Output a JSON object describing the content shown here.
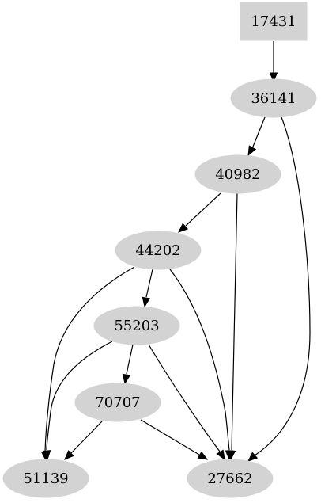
{
  "graph": {
    "nodes": [
      {
        "id": "17431",
        "label": "17431",
        "shape": "box"
      },
      {
        "id": "36141",
        "label": "36141",
        "shape": "ellipse"
      },
      {
        "id": "40982",
        "label": "40982",
        "shape": "ellipse"
      },
      {
        "id": "44202",
        "label": "44202",
        "shape": "ellipse"
      },
      {
        "id": "55203",
        "label": "55203",
        "shape": "ellipse"
      },
      {
        "id": "70707",
        "label": "70707",
        "shape": "ellipse"
      },
      {
        "id": "51139",
        "label": "51139",
        "shape": "ellipse"
      },
      {
        "id": "27662",
        "label": "27662",
        "shape": "ellipse"
      }
    ],
    "edges": [
      {
        "from": "17431",
        "to": "36141"
      },
      {
        "from": "36141",
        "to": "40982"
      },
      {
        "from": "36141",
        "to": "27662"
      },
      {
        "from": "40982",
        "to": "44202"
      },
      {
        "from": "40982",
        "to": "27662"
      },
      {
        "from": "44202",
        "to": "55203"
      },
      {
        "from": "44202",
        "to": "51139"
      },
      {
        "from": "44202",
        "to": "27662"
      },
      {
        "from": "55203",
        "to": "70707"
      },
      {
        "from": "55203",
        "to": "51139"
      },
      {
        "from": "55203",
        "to": "27662"
      },
      {
        "from": "70707",
        "to": "51139"
      },
      {
        "from": "70707",
        "to": "27662"
      }
    ],
    "colors": {
      "node_fill": "#d3d3d3",
      "edge": "#000000",
      "text": "#000000",
      "background": "#ffffff"
    }
  }
}
